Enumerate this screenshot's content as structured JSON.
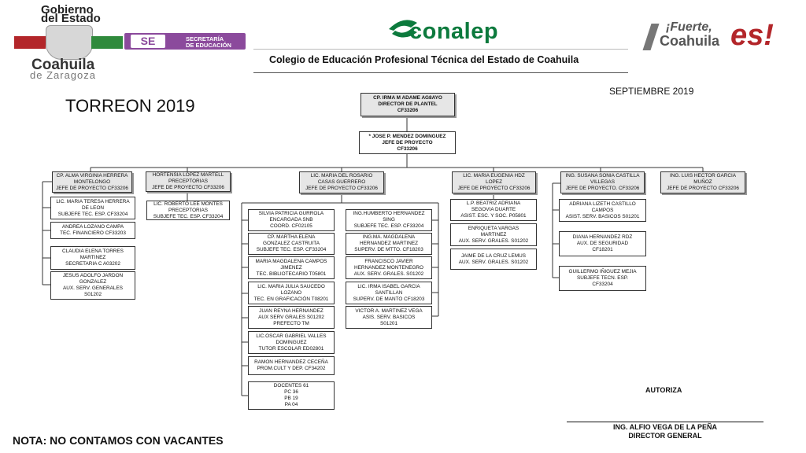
{
  "header": {
    "gov_logo_line1": "Gobierno",
    "gov_logo_line2": "del Estado",
    "gov_logo_line3": "Coahuila",
    "gov_logo_line4": "de Zaragoza",
    "se_badge": "SE",
    "se_text1": "SECRETARÍA",
    "se_text2": "DE EDUCACIÓN",
    "conalep": "conalep",
    "college_name": "Colegio de Educación Profesional Técnica del Estado de Coahuila",
    "fuerte_line1": "¡Fuerte,",
    "fuerte_line2": "Coahuila",
    "fuerte_es": "es!",
    "colors": {
      "conalep_green": "#0c7a3d",
      "gov_red": "#b3262a",
      "se_purple": "#8b4a9c",
      "gov_green": "#2f8a3c"
    }
  },
  "page_title": "TORREON 2019",
  "month": "SEPTIEMBRE 2019",
  "nota": "NOTA: NO CONTAMOS CON VACANTES",
  "signature": {
    "autoriza": "AUTORIZA",
    "name": "ING. ALFIO VEGA DE LA PEÑA",
    "title": "DIRECTOR GENERAL"
  },
  "org": {
    "director": [
      "CP. IRMA M ADAME AG8AYO",
      "DIRECTOR DE PLANTEL",
      "CF33206"
    ],
    "jefe_proyecto": [
      "* JOSE P. MENDEZ DOMINGUEZ",
      "JEFE DE PROYECTO",
      "CF33206"
    ],
    "heads": [
      [
        "CP. ALMA VIRGINIA  HERRERA",
        "MONTELONGO",
        "JEFE DE PROYECTO CF33206"
      ],
      [
        "HORTENSIA LOPEZ MARTELL",
        "PRECEPTORIAS",
        "JEFE DE PROYECTO CF33206"
      ],
      [
        "LIC. MARIA DEL ROSARIO",
        "CASAS GUERRERO",
        "JEFE DE PROYECTO CF33206"
      ],
      [
        "LIC. MARIA EUGENIA HDZ",
        "LOPEZ",
        "JEFE DE PROYECTO CF33206"
      ],
      [
        "ING. SUSANA SONIA CASTILLA",
        "VILLEGAS",
        "JEFE DE PROYECTO. CF33206"
      ],
      [
        "ING. LUIS HECTOR GARCIA",
        "MUÑOZ",
        "JEFE DE PROYECTO CF33206"
      ]
    ],
    "col1": [
      [
        "LIC. MARIA TERESA HERRERA",
        "DE LEON",
        "SUBJEFE TEC. ESP. CF33204"
      ],
      [
        "ANDREA LOZANO CAMPA",
        "TEC. FINANCIERO CF33203"
      ],
      [
        "CLAUDIA ELENA TORRES",
        "MARTINEZ",
        "SECRETARIA C A03202"
      ],
      [
        "JESUS ADOLFO JARDON",
        "GONZALEZ",
        "AUX. SERV. GENERALES",
        "S01202"
      ]
    ],
    "col2": [
      [
        "LIC. ROBERTO LEE MONTES",
        "PRECEPTORIAS",
        "SUBJEFE TEC. ESP. CF33204"
      ]
    ],
    "col3a": [
      [
        "SILVIA PATRICIA GURROLA",
        "ENCARGADA SNB",
        "COORD. CF02105"
      ],
      [
        "CP. MARTHA ELENA",
        "GONZALEZ CASTRUITA",
        "SUBJEFE TEC. ESP. CF33204"
      ],
      [
        "MARIA MAGDALENA CAMPOS",
        "JIMENEZ",
        "TEC. BIBLIOTECARIO T05801"
      ],
      [
        "LIC. MARIA JULIA SAUCEDO",
        "LOZANO",
        "TEC. EN GRAFICACIÓN T08201"
      ],
      [
        "JUAN REYNA HERNANDEZ",
        "AUX SERV GRALES S01202",
        "PREFECTO TM"
      ],
      [
        "LIC.OSCAR GABRIEL VALLES",
        "DOMINGUEZ",
        "TUTOR ESCOLAR ED02801"
      ],
      [
        "RAMON HERNANDEZ CECEÑA",
        "PROM.CULT Y DEP. CF34202"
      ],
      [
        "DOCENTES 61",
        "PC 36",
        "PB 19",
        "PA 04"
      ]
    ],
    "col3b": [
      [
        "ING.HUMBERTO HERNANDEZ",
        "SING",
        "SUBJEFE TEC. ESP. CF33204"
      ],
      [
        "ING.MA. MAGDALENA",
        "HERNANDEZ MARTINEZ",
        "SUPERV. DE MTTO. CF18203"
      ],
      [
        "FRANCISCO JAVIER",
        "HERNANDEZ MONTENEGRO",
        "AUX. SERV. GRALES. S01202"
      ],
      [
        "LIC. IRMA ISABEL GARCIA",
        "SANTILLAN",
        "SUPERV. DE MANTO CF18203"
      ],
      [
        "VICTOR A. MARTINEZ VEGA",
        "ASIS. SERV. BASICOS",
        "S01201"
      ]
    ],
    "col4": [
      [
        "L.P. BEATRIZ ADRIANA",
        "SEGOVIA DUARTE",
        "ASIST. ESC. Y SOC. P05801"
      ],
      [
        "ENRIQUETA VARGAS",
        "MARTINEZ",
        "AUX. SERV. GRALES. S01202"
      ],
      [
        "JAIME DE LA CRUZ LEMUS",
        "AUX. SERV. GRALES. S01202"
      ]
    ],
    "col5": [
      [
        "ADRIANA LIZETH CASTILLO",
        "CAMPOS",
        "ASIST. SERV. BASICOS S01201"
      ],
      [
        "DIANA HERNANDEZ RDZ",
        "AUX. DE SEGURIDAD",
        "CF18201"
      ],
      [
        "GUILLERMO IÑIGUEZ MEJIA",
        "SUBJEFE TECN. ESP.",
        "CF33204"
      ]
    ]
  }
}
